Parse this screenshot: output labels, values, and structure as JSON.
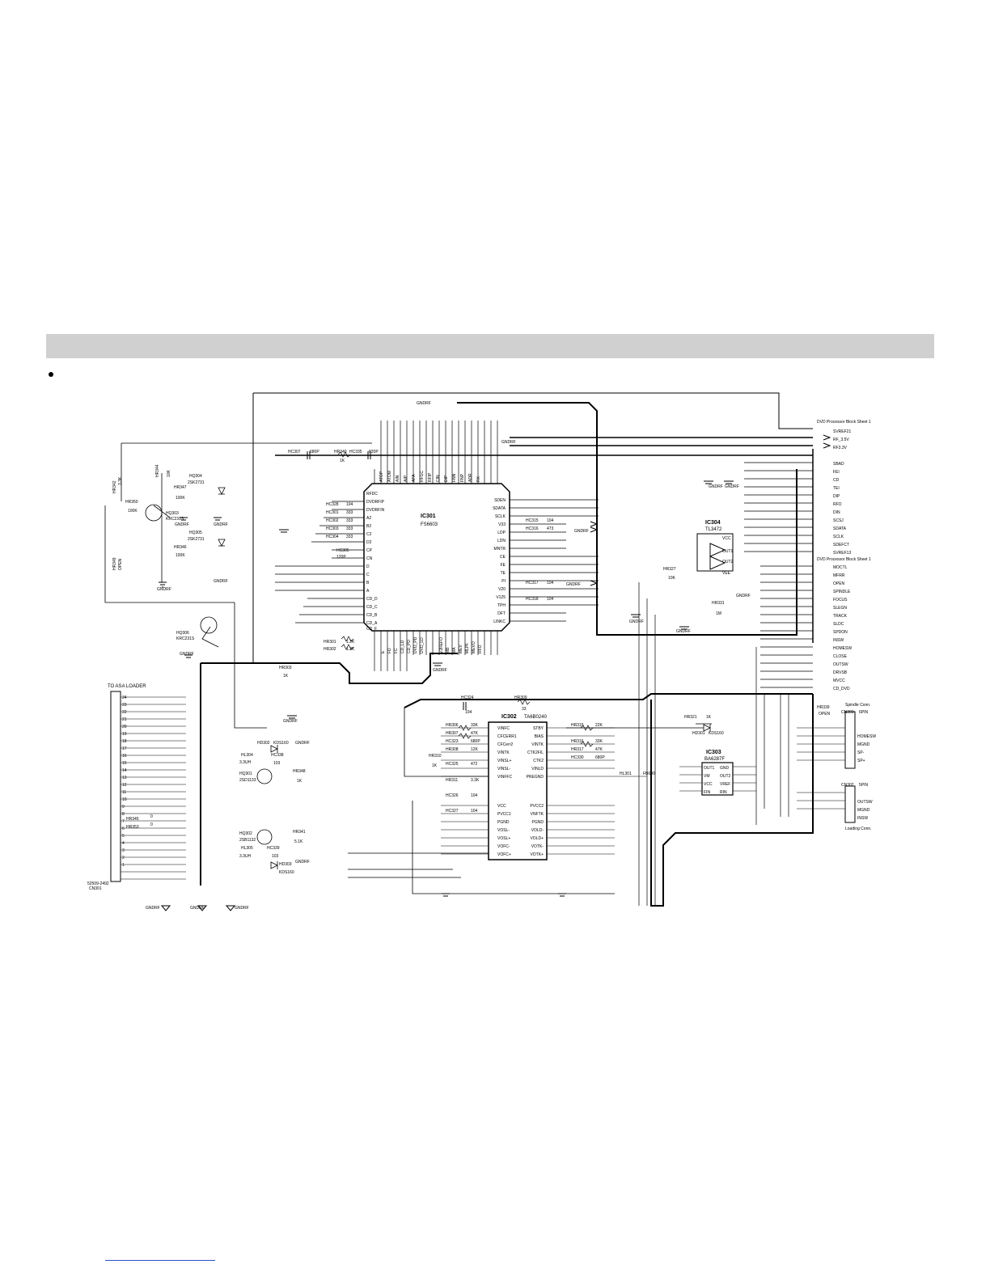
{
  "page": {
    "section_title": "",
    "bullet_text": ""
  },
  "ic301": {
    "ref": "IC301",
    "part": "FS6603",
    "left_pins": [
      "RFDC",
      "DVDRFIP",
      "DVDRFIN",
      "A2",
      "B2",
      "C2",
      "D2",
      "CP",
      "CN",
      "D",
      "C",
      "B",
      "A",
      "CD_D",
      "CD_C",
      "CD_B",
      "CD_A",
      "CD_F"
    ],
    "right_pins": [
      "SDEN",
      "SDATA",
      "SCLK",
      "V33",
      "LDP",
      "LDN",
      "MNTR",
      "CE",
      "FE",
      "TE",
      "PI",
      "V20",
      "V125",
      "TPH",
      "DFT",
      "LINKC"
    ],
    "top_pins": [
      "ATOP",
      "ATOM",
      "AIN",
      "AIP",
      "AFA",
      "RFGC",
      "RFIP",
      "CIN",
      "DIP",
      "FNN",
      "FNP",
      "ADR",
      "RX"
    ],
    "bottom_pins": [
      "E",
      "FD",
      "FC",
      "CD_LD",
      "CD_PD",
      "DVD_PD",
      "DVD_LD",
      "V2REFO",
      "MB",
      "MA",
      "MEV",
      "MLPF",
      "MEVO",
      "RFO"
    ]
  },
  "ic302": {
    "ref": "IC302",
    "part": "TA6B0240",
    "left_pins": [
      "VINFC",
      "CFCERR1",
      "CFCerr2",
      "VINTK",
      "VINSL+",
      "VINSL-",
      "VINFFC",
      "VCC",
      "PVCC1",
      "PGND",
      "VOSL-",
      "VOSL+",
      "VOFC-",
      "VOFC+"
    ],
    "right_pins": [
      "STBY",
      "BIAS",
      "VINTK",
      "CTK2FIL",
      "CTK2",
      "VINLD",
      "PREGND",
      "PVCC2",
      "VNFTK",
      "PGND",
      "VOLD-",
      "VOLD+",
      "VOTK-",
      "VOTK+"
    ]
  },
  "ic303": {
    "ref": "IC303",
    "part": "BA6287F",
    "pins": [
      "OUT1",
      "VM",
      "VCC",
      "FIN",
      "GND",
      "OUT2",
      "VREF",
      "RIN"
    ]
  },
  "ic304": {
    "ref": "IC304",
    "part": "TL3472",
    "pins": [
      "VCC",
      "OUT1",
      "OUT2",
      "VEE"
    ]
  },
  "components": [
    {
      "ref": "HR342",
      "val": "3.3K"
    },
    {
      "ref": "HR344",
      "val": "10K"
    },
    {
      "ref": "HR350",
      "val": "100K"
    },
    {
      "ref": "HR347",
      "val": "100K"
    },
    {
      "ref": "HQ304",
      "val": "2SK2731"
    },
    {
      "ref": "HQ303",
      "val": "KRC231S"
    },
    {
      "ref": "HQ305",
      "val": "2SK2731"
    },
    {
      "ref": "HR346",
      "val": "100K"
    },
    {
      "ref": "HR349",
      "val": "OPEN"
    },
    {
      "ref": "HQ306",
      "val": "KRC231S"
    },
    {
      "ref": "HC307",
      "val": "680P"
    },
    {
      "ref": "HR340",
      "val": "1K"
    },
    {
      "ref": "HC335",
      "val": "820P"
    },
    {
      "ref": "HC328",
      "val": "104"
    },
    {
      "ref": "HC301",
      "val": "333"
    },
    {
      "ref": "HC302",
      "val": "333"
    },
    {
      "ref": "HC303",
      "val": "333"
    },
    {
      "ref": "HC304",
      "val": "333"
    },
    {
      "ref": "HC305",
      "val": "120P"
    },
    {
      "ref": "HR301",
      "val": "1.2K"
    },
    {
      "ref": "HR302",
      "val": "1.2K"
    },
    {
      "ref": "HR303",
      "val": "1K"
    },
    {
      "ref": "HC315",
      "val": "104"
    },
    {
      "ref": "HC316",
      "val": "473"
    },
    {
      "ref": "HC317",
      "val": "104"
    },
    {
      "ref": "HC318",
      "val": "104"
    },
    {
      "ref": "HC324",
      "val": "104"
    },
    {
      "ref": "HR309",
      "val": "33"
    },
    {
      "ref": "HR306",
      "val": "33K"
    },
    {
      "ref": "HR307",
      "val": "47K"
    },
    {
      "ref": "HC323",
      "val": "680P"
    },
    {
      "ref": "HR308",
      "val": "12K"
    },
    {
      "ref": "HC325",
      "val": "472"
    },
    {
      "ref": "HR311",
      "val": "3.3K"
    },
    {
      "ref": "HR310",
      "val": "1K"
    },
    {
      "ref": "HC326",
      "val": "104"
    },
    {
      "ref": "HC327",
      "val": "104"
    },
    {
      "ref": "HR315",
      "val": "22K"
    },
    {
      "ref": "HR316",
      "val": "33K"
    },
    {
      "ref": "HR317",
      "val": "47K"
    },
    {
      "ref": "HC330",
      "val": "680P"
    },
    {
      "ref": "HR321",
      "val": "1K"
    },
    {
      "ref": "HD301",
      "val": "KDS160"
    },
    {
      "ref": "HL301",
      "val": "FB600"
    },
    {
      "ref": "HR327",
      "val": "10K"
    },
    {
      "ref": "HR331",
      "val": "1M"
    },
    {
      "ref": "HR339",
      "val": "OPEN"
    },
    {
      "ref": "HD302",
      "val": "KDS160"
    },
    {
      "ref": "HL304",
      "val": "3.3UH"
    },
    {
      "ref": "HQ301",
      "val": "2SD1133"
    },
    {
      "ref": "HR348",
      "val": "1K"
    },
    {
      "ref": "HC338",
      "val": "103"
    },
    {
      "ref": "HQ302",
      "val": "2SB1132"
    },
    {
      "ref": "HL305",
      "val": "3.3UH"
    },
    {
      "ref": "HC339",
      "val": "103"
    },
    {
      "ref": "HR341",
      "val": "5.1K"
    },
    {
      "ref": "HD303",
      "val": "KDS160"
    },
    {
      "ref": "HR345",
      "val": "0"
    },
    {
      "ref": "HR353",
      "val": "0"
    }
  ],
  "connectors": {
    "cn301_title": "TO ASA LOADER",
    "cn301_ref": "CN301",
    "cn301_part": "52509-2492",
    "cn301_pins": [
      "24",
      "23",
      "22",
      "21",
      "20",
      "19",
      "18",
      "17",
      "16",
      "15",
      "14",
      "13",
      "12",
      "11",
      "10",
      "9",
      "8",
      "7",
      "6",
      "5",
      "4",
      "3",
      "2",
      "1"
    ],
    "cn303_title": "Spindle Conn.",
    "cn303_ref": "CN303",
    "cn303_part": "6PIN",
    "cn303_pins": [
      "HOMESW",
      "MGND",
      "SP-",
      "SP+"
    ],
    "cn302_ref": "CN302",
    "cn302_part": "5PIN",
    "cn302_pins": [
      "OUTSW",
      "MGND",
      "INSW"
    ],
    "cn302_title": "Loading Conn."
  },
  "block_sheet": {
    "label1": "DVD Processor Block Sheet 1",
    "group1": [
      "SVREF21",
      "RF_3.5V",
      "RF3.3V"
    ],
    "group2": [
      "SBAD",
      "FEI",
      "CD",
      "TEI",
      "DIP",
      "RFO",
      "DIN",
      "SCSJ",
      "SDATA",
      "SCLK",
      "SDEFCT",
      "SVREF13"
    ],
    "label2": "DVD Processor Block Sheet 1",
    "group3": [
      "MOCTL",
      "MFRR",
      "OPEN",
      "SPINDLE",
      "FOCUS",
      "SLEGN",
      "TRACK",
      "SLDC",
      "SPDON",
      "INSW",
      "HOMESW",
      "CLOSE",
      "OUTSW",
      "DRVSB",
      "MVCC",
      "CD_DVD"
    ]
  },
  "misc": {
    "gndrf": "GNDRF"
  }
}
